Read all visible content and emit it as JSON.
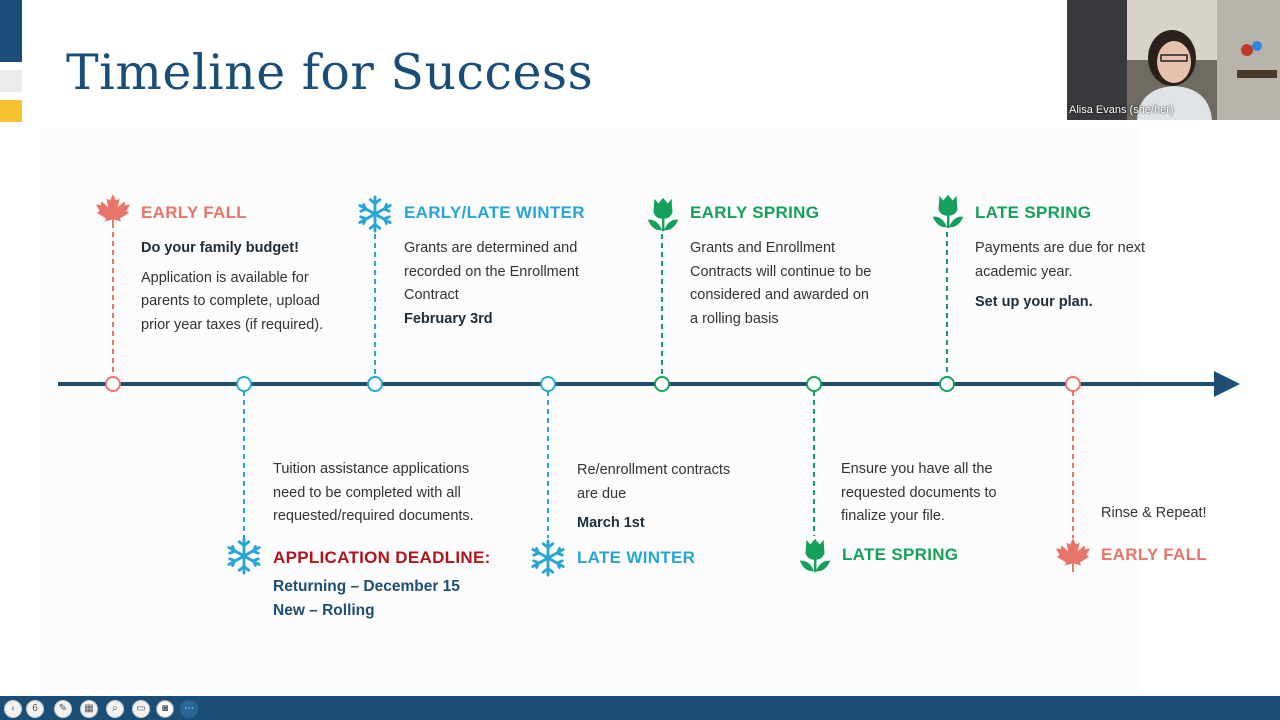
{
  "slide": {
    "title": "Timeline for Success",
    "slide_number": "6",
    "accent_colors": {
      "navy": "#1a4e78",
      "gray": "#ececec",
      "yellow": "#f5c232"
    }
  },
  "video": {
    "participant": "Alisa Evans (she/her)"
  },
  "timeline": {
    "top": [
      {
        "stage": "EARLY FALL",
        "icon": "maple-leaf-icon",
        "lines": [
          {
            "t": "Do your family budget!",
            "b": true
          },
          {
            "t": "Application is available for",
            "gap": true
          },
          {
            "t": "parents to complete, upload"
          },
          {
            "t": "prior year taxes (if required)."
          }
        ]
      },
      {
        "stage": "EARLY/LATE WINTER",
        "icon": "snowflake-icon",
        "lines": [
          {
            "t": "Grants are determined and"
          },
          {
            "t": "recorded on the Enrollment"
          },
          {
            "t": "Contract"
          },
          {
            "t": "February 3rd",
            "b": true
          }
        ]
      },
      {
        "stage": "EARLY SPRING",
        "icon": "tulip-icon",
        "lines": [
          {
            "t": "Grants and Enrollment"
          },
          {
            "t": "Contracts  will continue to be"
          },
          {
            "t": "considered and awarded on"
          },
          {
            "t": "a rolling basis"
          }
        ]
      },
      {
        "stage": "LATE SPRING",
        "icon": "tulip-icon",
        "lines": [
          {
            "t": "Payments are due for next"
          },
          {
            "t": "academic year."
          },
          {
            "t": "Set up your plan.",
            "b": true,
            "gap": true
          }
        ]
      }
    ],
    "bottom": [
      {
        "lines": [
          {
            "t": "Tuition assistance applications"
          },
          {
            "t": "need to be completed with all"
          },
          {
            "t": "requested/required documents."
          }
        ],
        "stage": "APPLICATION DEADLINE:",
        "icon": "snowflake-icon",
        "sub": [
          "Returning – December 15",
          "New – Rolling"
        ]
      },
      {
        "lines": [
          {
            "t": "Re/enrollment contracts"
          },
          {
            "t": "are due"
          },
          {
            "t": "March 1st",
            "b": true,
            "gap": true
          }
        ],
        "stage": "LATE WINTER",
        "icon": "snowflake-icon"
      },
      {
        "lines": [
          {
            "t": "Ensure you have all the"
          },
          {
            "t": "requested documents to"
          },
          {
            "t": "finalize your file."
          }
        ],
        "stage": "LATE SPRING",
        "icon": "tulip-icon"
      },
      {
        "lines": [
          {
            "t": "Rinse & Repeat!"
          }
        ],
        "stage": "EARLY FALL",
        "icon": "maple-leaf-icon"
      }
    ],
    "colors": {
      "fall": "#e8756a",
      "winter": "#26a5d6",
      "spring": "#14a05a",
      "axis": "#1f4e73",
      "deadline": "#b0151d"
    }
  }
}
